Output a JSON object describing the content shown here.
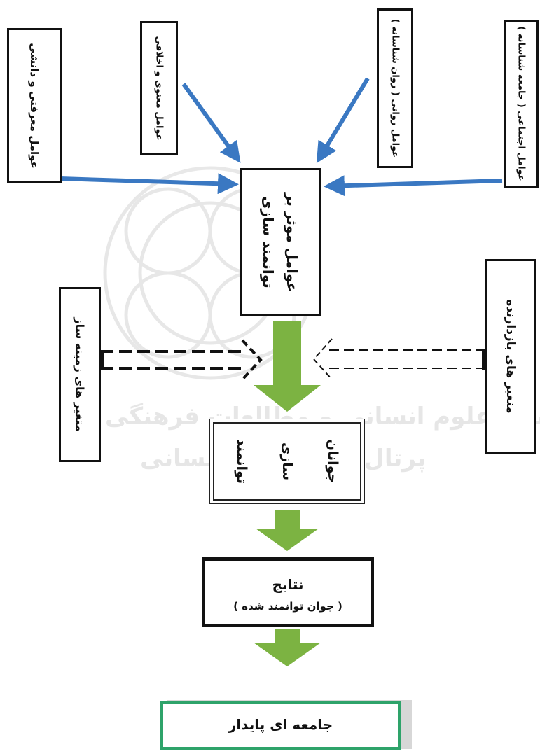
{
  "factors": {
    "cultural": "عوامل معرفتی و دانشی",
    "moral": "عوامل معنوی و اخلاقی",
    "psych": "عوامل روانی ( روان شناسانه )",
    "social": "عوامل اجتماعی ( جامعه شناسانه )"
  },
  "center": {
    "line1": "عوامل موثر بر",
    "line2": "توانمند سازی"
  },
  "variables": {
    "context": "متغیر های زمینه ساز",
    "inhibitor": "متغیر های بازدارنده"
  },
  "empower": {
    "w1": "توانمند",
    "w2": "سازی",
    "w3": "جوانان"
  },
  "results": {
    "title": "نتایج",
    "subtitle": "( جوان توانمند شده )"
  },
  "final": {
    "text": "جامعه ای پایدار"
  },
  "watermark": {
    "line1": "پژوهشگاه علوم انسانی و مطالعات فرهنگی",
    "line2": "پرتال جامع علوم انسانی"
  },
  "colors": {
    "blue_arrow": "#3a78c2",
    "green_arrow": "#7cb342",
    "final_border": "#2ea36a",
    "border": "#111111"
  }
}
